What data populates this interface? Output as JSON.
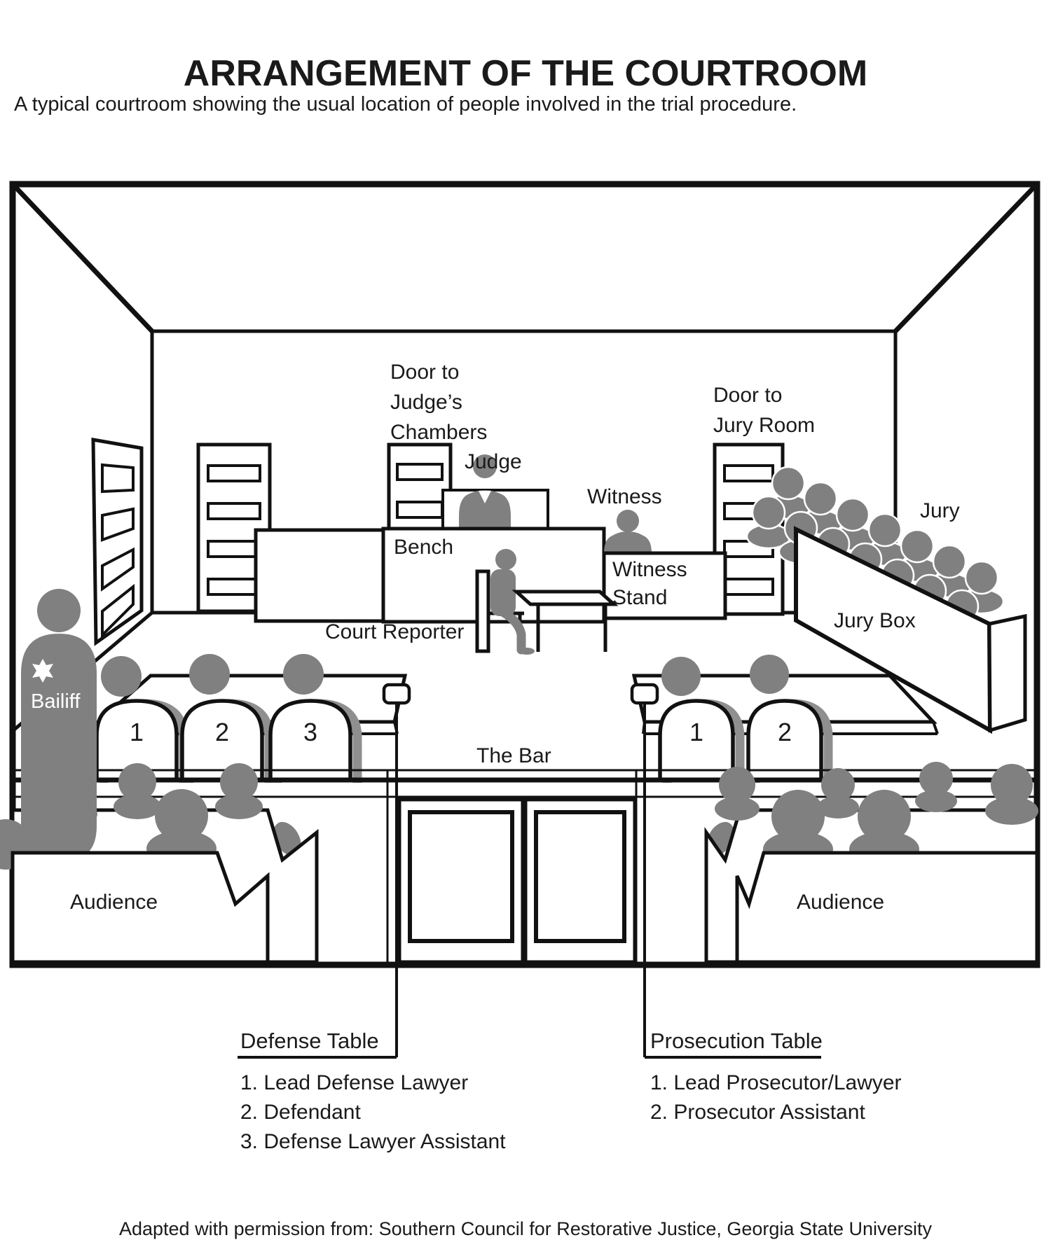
{
  "title": "ARRANGEMENT OF THE COURTROOM",
  "subtitle": "A typical courtroom showing the usual location of people involved in the trial procedure.",
  "colors": {
    "figure_gray": "#808080",
    "line_black": "#111111",
    "background": "#ffffff"
  },
  "room_labels": {
    "door_judge": [
      "Door to",
      "Judge’s",
      "Chambers"
    ],
    "judge": "Judge",
    "bench": "Bench",
    "court_reporter": "Court Reporter",
    "witness_person": "Witness",
    "witness_stand": [
      "Witness",
      "Stand"
    ],
    "door_jury": [
      "Door to",
      "Jury Room"
    ],
    "jury": "Jury",
    "jury_box": "Jury Box",
    "bailiff": "Bailiff",
    "the_bar": "The Bar",
    "audience_left": "Audience",
    "audience_right": "Audience",
    "defense_chairs": [
      "1",
      "2",
      "3"
    ],
    "prosecution_chairs": [
      "1",
      "2"
    ]
  },
  "legend": {
    "defense": {
      "title": "Defense Table",
      "items": [
        "1. Lead Defense Lawyer",
        "2. Defendant",
        "3. Defense Lawyer Assistant"
      ]
    },
    "prosecution": {
      "title": "Prosecution Table",
      "items": [
        "1. Lead Prosecutor/Lawyer",
        "2. Prosecutor Assistant"
      ]
    }
  },
  "credit": "Adapted with permission from: Southern Council for Restorative Justice, Georgia State University"
}
